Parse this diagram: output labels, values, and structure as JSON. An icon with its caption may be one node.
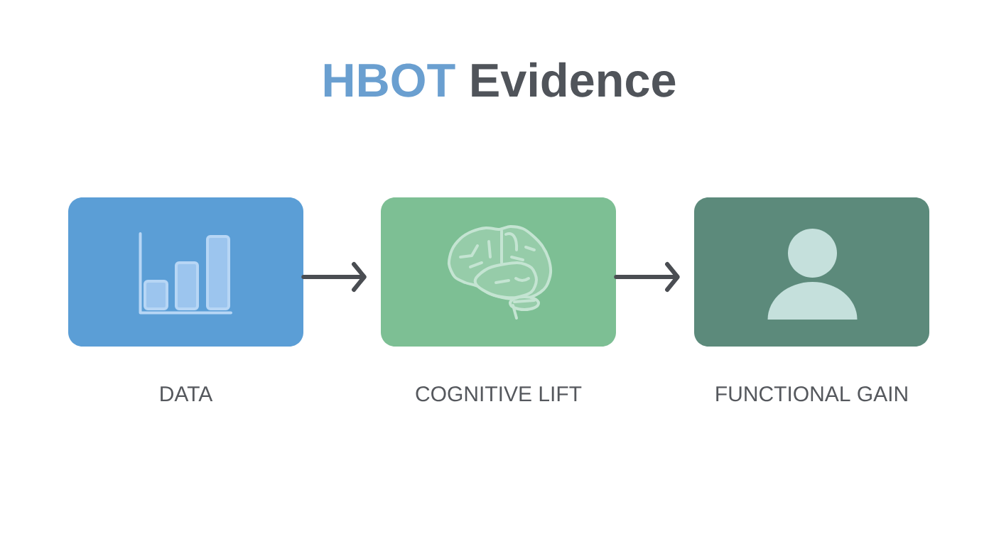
{
  "diagram": {
    "title": "HBOT Evidence",
    "nodes": [
      {
        "text": [],
        "shape": "box",
        "beside": [
          "DATA"
        ]
      },
      {
        "text": [],
        "shape": "box",
        "beside": [
          "COGNITIVE LIFT"
        ]
      },
      {
        "text": [],
        "shape": "box",
        "beside": [
          "FUNCTIONAL GAIN"
        ]
      }
    ],
    "edges": [
      {
        "from": 0,
        "to": 1,
        "arrow": "to"
      },
      {
        "from": 1,
        "to": 2,
        "arrow": "to"
      }
    ]
  }
}
